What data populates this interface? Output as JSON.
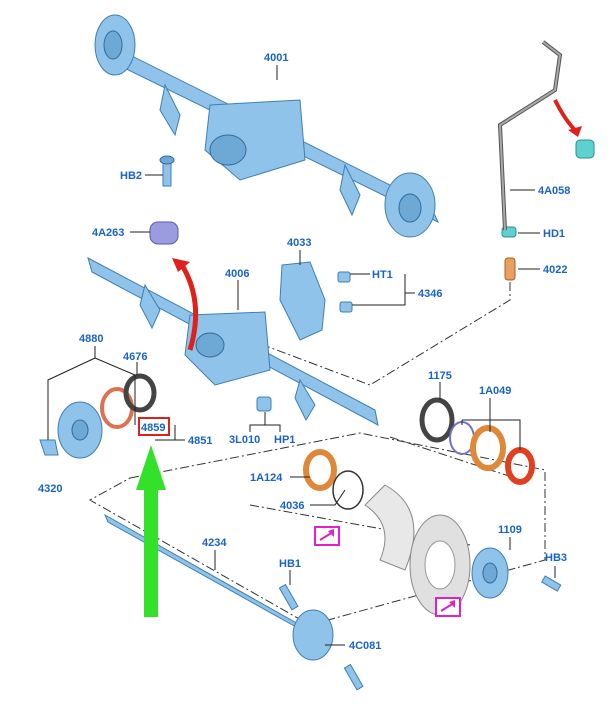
{
  "labels": {
    "l4001": "4001",
    "lHB2": "HB2",
    "l4A263": "4A263",
    "l4033": "4033",
    "l4006": "4006",
    "lHT1": "HT1",
    "l4346": "4346",
    "l4880": "4880",
    "l4676": "4676",
    "l4859": "4859",
    "l4851": "4851",
    "l4320": "4320",
    "l3L010": "3L010",
    "lHP1": "HP1",
    "l1175": "1175",
    "l1A049": "1A049",
    "l1A124": "1A124",
    "l4036": "4036",
    "l4234": "4234",
    "lHB1": "HB1",
    "l4C081": "4C081",
    "l1109": "1109",
    "lHB3": "HB3",
    "l4A058": "4A058",
    "lHD1": "HD1",
    "l4022": "4022"
  },
  "colors": {
    "label": "#1a63c8",
    "part_fill": "#8fc3ea",
    "orange_seal": "#e0883a",
    "red_arrow": "#e0201b",
    "green_arrow": "#33e02a",
    "highlight_box": "#e0201b",
    "magenta_icon": "#e020c8"
  },
  "icons": [
    "red-curved-arrow",
    "green-up-arrow",
    "magenta-arrow-icon"
  ]
}
